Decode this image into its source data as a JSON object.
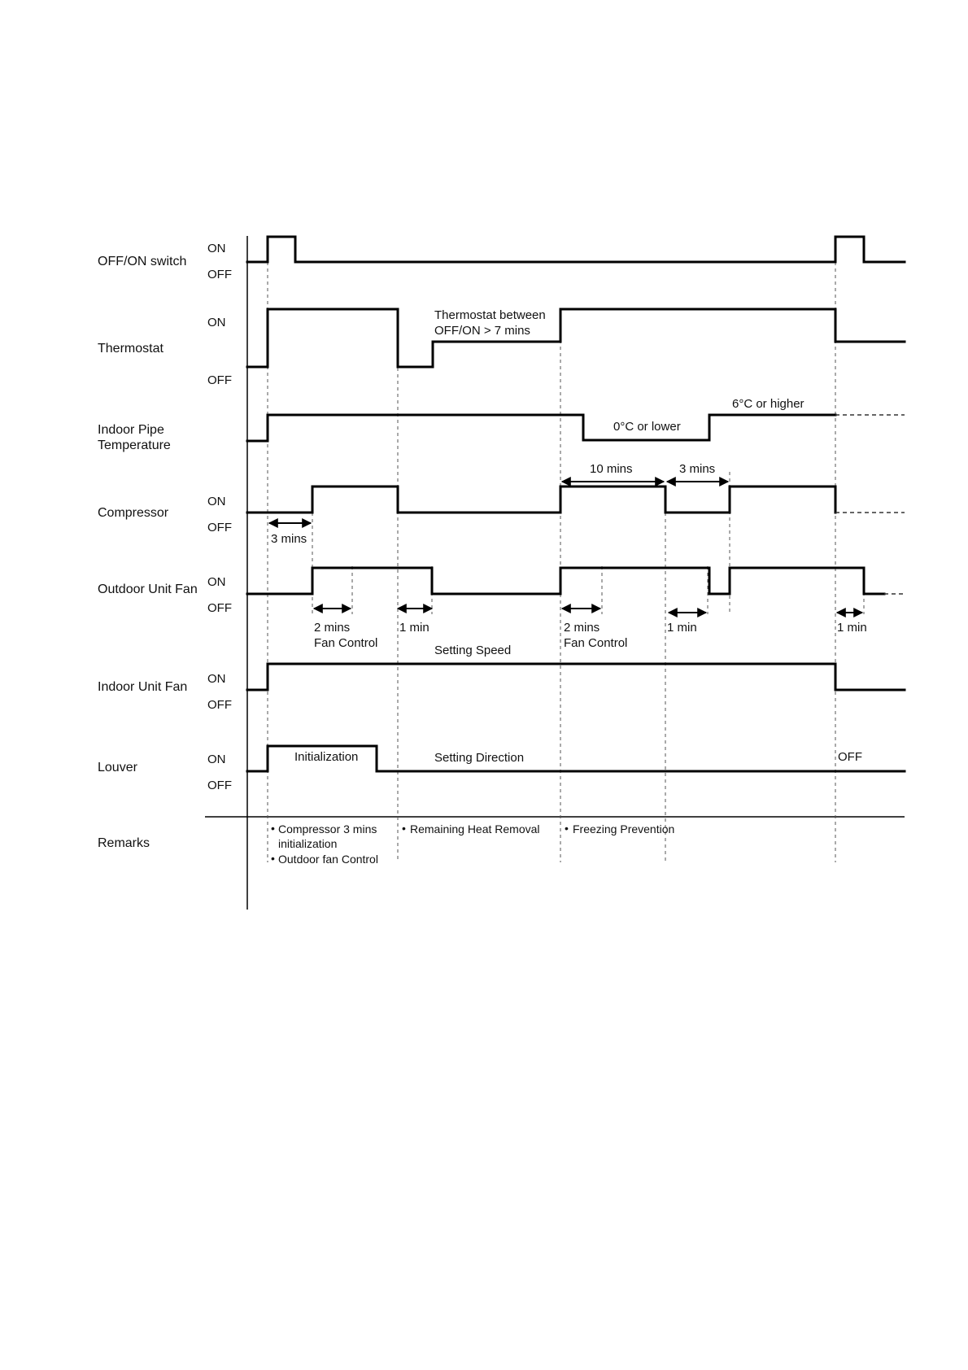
{
  "rows": [
    {
      "label": [
        "OFF/ON switch"
      ],
      "on": "ON",
      "off": "OFF"
    },
    {
      "label": [
        "Thermostat"
      ],
      "on": "ON",
      "off": "OFF"
    },
    {
      "label": [
        "Indoor Pipe",
        "Temperature"
      ],
      "on": "",
      "off": ""
    },
    {
      "label": [
        "Compressor"
      ],
      "on": "ON",
      "off": "OFF"
    },
    {
      "label": [
        "Outdoor Unit Fan"
      ],
      "on": "ON",
      "off": "OFF"
    },
    {
      "label": [
        "Indoor Unit Fan"
      ],
      "on": "ON",
      "off": "OFF"
    },
    {
      "label": [
        "Louver"
      ],
      "on": "ON",
      "off": "OFF"
    },
    {
      "label": [
        "Remarks"
      ],
      "on": "",
      "off": ""
    }
  ],
  "annotations": {
    "thermostat_note": [
      "Thermostat between",
      "OFF/ON > 7 mins"
    ],
    "pipe_low": "0°C or lower",
    "pipe_high": "6°C or higher",
    "comp_10": "10 mins",
    "comp_3b": "3 mins",
    "comp_3a": "3 mins",
    "fan_2a": [
      "2 mins",
      "Fan Control"
    ],
    "fan_1a": "1 min",
    "setting_speed": "Setting Speed",
    "fan_2b": [
      "2 mins",
      "Fan Control"
    ],
    "fan_1b": "1 min",
    "fan_1c": "1 min",
    "initialization": "Initialization",
    "setting_direction": "Setting Direction",
    "louver_off": "OFF"
  },
  "remarks": [
    {
      "bullet": "•",
      "lines": [
        "Compressor 3 mins",
        "initialization"
      ]
    },
    {
      "bullet": "•",
      "lines": [
        "Outdoor fan Control"
      ]
    },
    {
      "bullet": "•",
      "lines": [
        "Remaining Heat Removal"
      ]
    },
    {
      "bullet": "•",
      "lines": [
        "Freezing Prevention"
      ]
    }
  ]
}
